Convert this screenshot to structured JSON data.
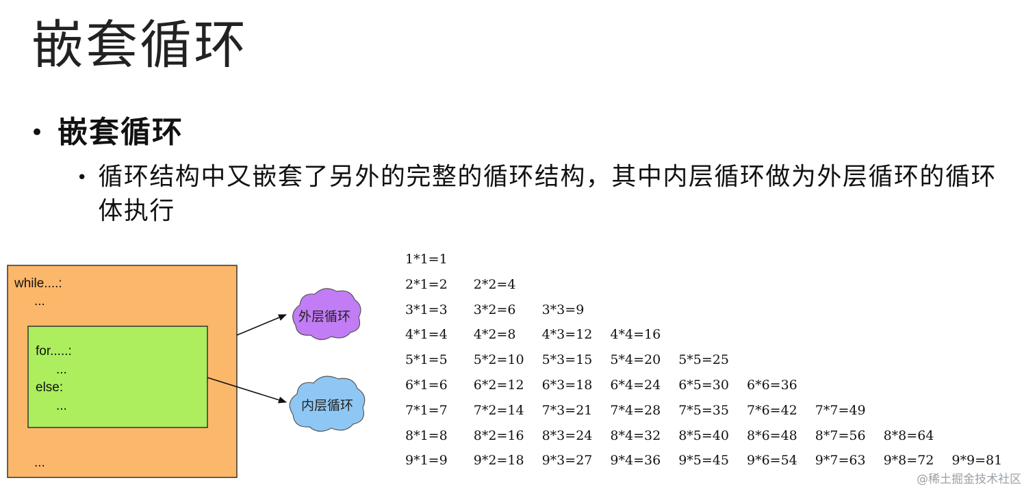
{
  "slide": {
    "title": "嵌套循环",
    "bullet_level1": "嵌套循环",
    "bullet_level2": "循环结构中又嵌套了另外的完整的循环结构，其中内层循环做为外层循环的循环体执行",
    "bullet_symbol": "•"
  },
  "diagram": {
    "outer_box": {
      "color": "#FBB86A",
      "lines": [
        "while....:",
        "...",
        "..."
      ]
    },
    "inner_box": {
      "color": "#ACEE5E",
      "lines": [
        "for.....:",
        "...",
        "else:",
        "..."
      ]
    },
    "outer_cloud": {
      "label": "外层循环",
      "color": "#C27CF5"
    },
    "inner_cloud": {
      "label": "内层循环",
      "color": "#8FC7F4"
    }
  },
  "multiplication_table": [
    [
      "1*1=1"
    ],
    [
      "2*1=2",
      "2*2=4"
    ],
    [
      "3*1=3",
      "3*2=6",
      "3*3=9"
    ],
    [
      "4*1=4",
      "4*2=8",
      "4*3=12",
      "4*4=16"
    ],
    [
      "5*1=5",
      "5*2=10",
      "5*3=15",
      "5*4=20",
      "5*5=25"
    ],
    [
      "6*1=6",
      "6*2=12",
      "6*3=18",
      "6*4=24",
      "6*5=30",
      "6*6=36"
    ],
    [
      "7*1=7",
      "7*2=14",
      "7*3=21",
      "7*4=28",
      "7*5=35",
      "7*6=42",
      "7*7=49"
    ],
    [
      "8*1=8",
      "8*2=16",
      "8*3=24",
      "8*4=32",
      "8*5=40",
      "8*6=48",
      "8*7=56",
      "8*8=64"
    ],
    [
      "9*1=9",
      "9*2=18",
      "9*3=27",
      "9*4=36",
      "9*5=45",
      "9*6=54",
      "9*7=63",
      "9*8=72",
      "9*9=81"
    ]
  ],
  "watermark": "@稀土掘金技术社区"
}
